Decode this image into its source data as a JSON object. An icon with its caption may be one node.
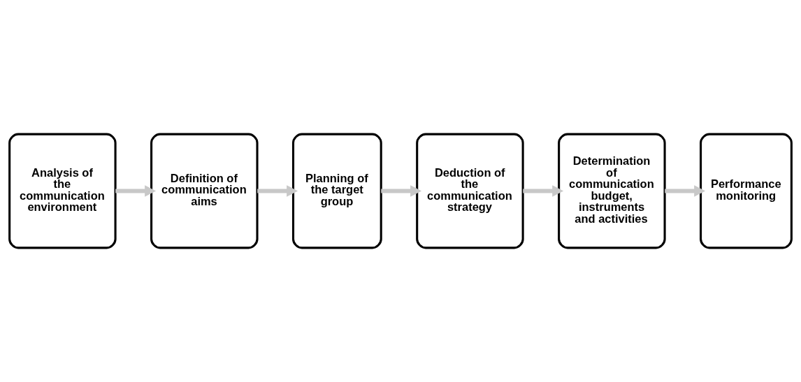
{
  "diagram": {
    "nodes": [
      {
        "text": [
          "Analysis of the communication environment"
        ]
      },
      {
        "text": [
          "Definition of communication aims"
        ]
      },
      {
        "text": [
          "Planning of the target group"
        ]
      },
      {
        "text": [
          "Deduction of the communication strategy"
        ]
      },
      {
        "text": [
          "Determination of communication budget, instruments and activities"
        ]
      },
      {
        "text": [
          "Performance monitoring"
        ]
      }
    ],
    "edges": [
      {
        "from": 0,
        "to": 1,
        "arrow": "to"
      },
      {
        "from": 1,
        "to": 2,
        "arrow": "to"
      },
      {
        "from": 2,
        "to": 3,
        "arrow": "to"
      },
      {
        "from": 3,
        "to": 4,
        "arrow": "to"
      },
      {
        "from": 4,
        "to": 5,
        "arrow": "to"
      }
    ]
  }
}
